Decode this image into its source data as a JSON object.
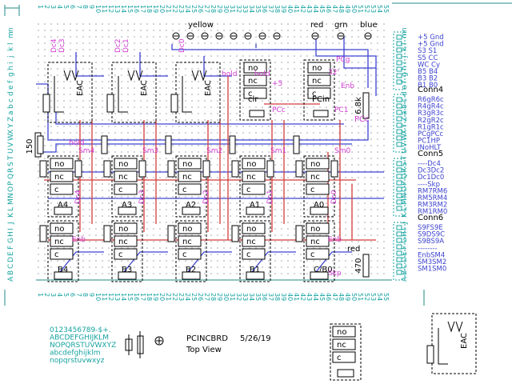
{
  "colors": {
    "background": "#ffffff",
    "grid_dot": "#9aa0aa",
    "ruler_text": "#16a3a0",
    "ruler_line": "#1f8a8a",
    "component": "#000000",
    "wire_blue": "#3d43cf",
    "wire_red": "#d23c3c",
    "label_magenta": "#d23cd2",
    "connector": "#16a3a0"
  },
  "rulers": {
    "top": [
      "1",
      "2",
      "3",
      "4",
      "5",
      "6",
      "7",
      "8",
      "9",
      "10",
      "11",
      "12",
      "13",
      "14",
      "15",
      "16",
      "17",
      "18",
      "19",
      "20",
      "21",
      "22",
      "23",
      "24",
      "25",
      "26",
      "27",
      "28",
      "29",
      "30",
      "31",
      "32",
      "33",
      "34",
      "35",
      "36",
      "37",
      "38",
      "39",
      "40",
      "41",
      "42",
      "43",
      "44",
      "45",
      "46",
      "47",
      "48",
      "49",
      "50",
      "51",
      "52",
      "53",
      "54",
      "55"
    ],
    "bottom": [
      "1",
      "2",
      "3",
      "4",
      "5",
      "6",
      "7",
      "8",
      "9",
      "10",
      "11",
      "12",
      "13",
      "14",
      "15",
      "16",
      "17",
      "18",
      "19",
      "20",
      "21",
      "22",
      "23",
      "24",
      "25",
      "26",
      "27",
      "28",
      "29",
      "30",
      "31",
      "32",
      "33",
      "34",
      "35",
      "36",
      "37",
      "38",
      "39",
      "40",
      "41",
      "42",
      "43",
      "44",
      "45",
      "46",
      "47",
      "48",
      "49",
      "50",
      "51",
      "52",
      "53",
      "54",
      "55"
    ],
    "left_letters": "ABCDEFGHIJKLMNOPQRSTUVWXYZabcdefghijklmn",
    "right_letters": "ABCDEFGHIJKLMNOPQRSTUVWXYZabcdefghijklmn"
  },
  "leds": [
    "yellow",
    "red",
    "grn",
    "blue"
  ],
  "relays_top": [
    {
      "dc": [
        "Dc4",
        "Dc3"
      ],
      "label": "EAC"
    },
    {
      "dc": [
        "Dc2",
        "Dc1"
      ],
      "label": "EAC"
    },
    {
      "dc": [
        "Dc0"
      ],
      "label": "EAC"
    }
  ],
  "relays_small_top": [
    {
      "pins": [
        "no",
        "nc",
        "c"
      ],
      "name": "clr",
      "tags": [
        "hold",
        "hold",
        "+5",
        "PCc"
      ]
    },
    {
      "pins": [
        "no",
        "nc",
        "c"
      ],
      "name": "PCin",
      "tags": [
        "PCg",
        "32'",
        "Enb",
        "PC1",
        "PCc"
      ]
    }
  ],
  "row_a": [
    {
      "name": "A4",
      "tags": [
        "hold",
        "Sm4",
        "Dc4"
      ]
    },
    {
      "name": "A3",
      "tags": [
        "Sm3",
        "Dc3"
      ]
    },
    {
      "name": "A2",
      "tags": [
        "Sm2",
        "Dc2"
      ]
    },
    {
      "name": "A1",
      "tags": [
        "Sm1",
        "Dc1"
      ]
    },
    {
      "name": "A0",
      "tags": [
        "Sm0",
        "Dc0"
      ]
    }
  ],
  "row_b": [
    {
      "name": "B4",
      "tags": [
        "Enb"
      ]
    },
    {
      "name": "B3"
    },
    {
      "name": "B2"
    },
    {
      "name": "B1"
    },
    {
      "name": "C/B0",
      "tags": [
        "Skp",
        "Enb"
      ]
    }
  ],
  "pin_labels": [
    "no",
    "nc",
    "c"
  ],
  "resistors": {
    "left": "150",
    "r68k": "6.8k",
    "r470": "470",
    "red_label": "red",
    "pcc_label": "PCc"
  },
  "connectors": [
    {
      "name": "",
      "lines": [
        "+5  Gnd",
        "+5  Gnd",
        "S3  S1",
        "S5  CC",
        "WC  Cy",
        "B5  B4",
        "B3  B2",
        "B1  B0"
      ]
    },
    {
      "name": "Conn4",
      "lines": [
        "R6gR6c",
        "R4gR4c",
        "R3gR3c",
        "R2gR2c",
        "R1gR1c",
        "PCgPCc",
        "PC1HP",
        "INoHLT"
      ]
    },
    {
      "name": "Conn5",
      "lines": [
        "----Dc4",
        "Dc3Dc2",
        "Dc1Dc0",
        "----Skp",
        "RM7RM6",
        "RM5RM4",
        "RM3RM2",
        "RM1RM0"
      ]
    },
    {
      "name": "Conn6",
      "lines": [
        "S9FS9E",
        "S9DS9C",
        "S9BS9A",
        "--------",
        "EnbSM4",
        "SM3SM2",
        "SM1SM0"
      ]
    }
  ],
  "footer": {
    "font_sample": [
      "0123456789-$+.",
      "ABCDEFGHIJKLM",
      "NOPQRSTUVWXYZ",
      "abcdefghijklm",
      "nopqrstuvwxyz"
    ],
    "board_name": "PCINCBRD",
    "date": "5/26/19",
    "view": "Top View"
  },
  "legend_relay": {
    "pins": [
      "no",
      "nc",
      "c"
    ]
  },
  "legend_eac": {
    "label": "EAC"
  }
}
